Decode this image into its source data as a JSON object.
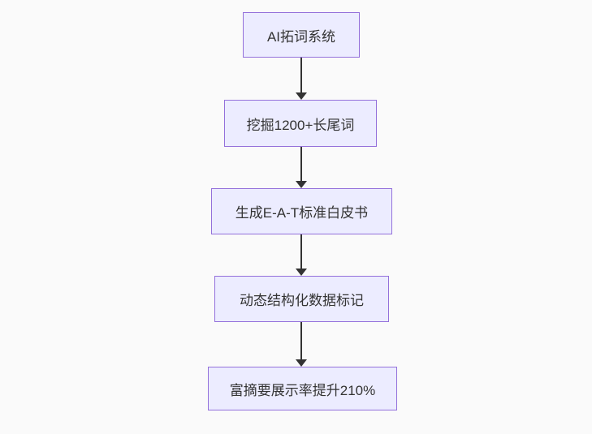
{
  "diagram": {
    "type": "flowchart-top-down",
    "nodes": [
      {
        "id": "n1",
        "label": "AI拓词系统"
      },
      {
        "id": "n2",
        "label": "挖掘1200+长尾词"
      },
      {
        "id": "n3",
        "label": "生成E-A-T标准白皮书"
      },
      {
        "id": "n4",
        "label": "动态结构化数据标记"
      },
      {
        "id": "n5",
        "label": "富摘要展示率提升210%"
      }
    ],
    "edges": [
      {
        "from": "n1",
        "to": "n2"
      },
      {
        "from": "n2",
        "to": "n3"
      },
      {
        "from": "n3",
        "to": "n4"
      },
      {
        "from": "n4",
        "to": "n5"
      }
    ],
    "colors": {
      "node_fill": "#ECECFF",
      "node_border": "#9370DB",
      "arrow": "#333333",
      "text": "#333333",
      "background": "#fafafa"
    }
  }
}
